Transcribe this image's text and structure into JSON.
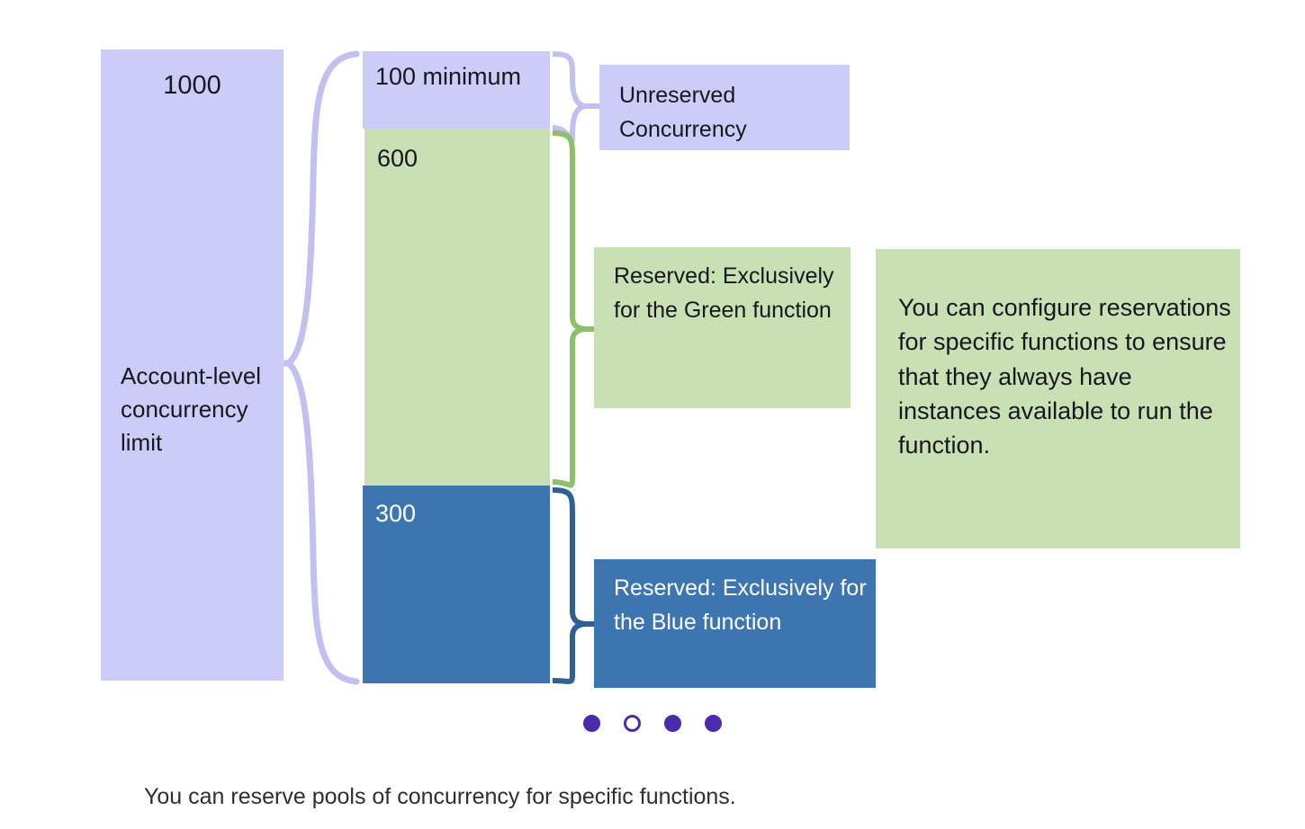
{
  "diagram": {
    "title_alt": "AWS Lambda account-level concurrency reservation diagram",
    "account": {
      "total": "1000",
      "caption": "Account-level concurrency limit"
    },
    "segments": [
      {
        "name": "unreserved",
        "label": "100\nminimum",
        "value": 100,
        "color": "#cdcbf7"
      },
      {
        "name": "green-reserved",
        "label": "600",
        "value": 600,
        "color": "#c9e0b4"
      },
      {
        "name": "blue-reserved",
        "label": "300",
        "value": 300,
        "color": "#3d75b0"
      }
    ],
    "segment_labels": {
      "unreserved": "100\nminimum",
      "green": "600",
      "blue": "300"
    },
    "callouts": {
      "unreserved": "Unreserved Concurrency",
      "green": "Reserved: Exclusively for the Green function",
      "blue": "Reserved: Exclusively for the Blue function",
      "note": "You can configure reservations for specific functions to ensure that they always have instances available to run the function."
    }
  },
  "carousel": {
    "dots": [
      {
        "state": "filled"
      },
      {
        "state": "current"
      },
      {
        "state": "filled"
      },
      {
        "state": "filled"
      }
    ],
    "accent_color": "#4b2bab"
  },
  "caption": {
    "text": "You can reserve pools of concurrency for specific functions."
  },
  "chart_data": {
    "type": "bar",
    "title": "Account-level concurrency limit",
    "categories": [
      "Unreserved Concurrency",
      "Reserved: Exclusively for the Green function",
      "Reserved: Exclusively for the Blue function"
    ],
    "values": [
      100,
      600,
      300
    ],
    "total": 1000,
    "xlabel": "",
    "ylabel": "Concurrency",
    "ylim": [
      0,
      1000
    ],
    "grid": false,
    "legend": "none",
    "colors": [
      "#cdcbf7",
      "#c9e0b4",
      "#3d75b0"
    ]
  }
}
